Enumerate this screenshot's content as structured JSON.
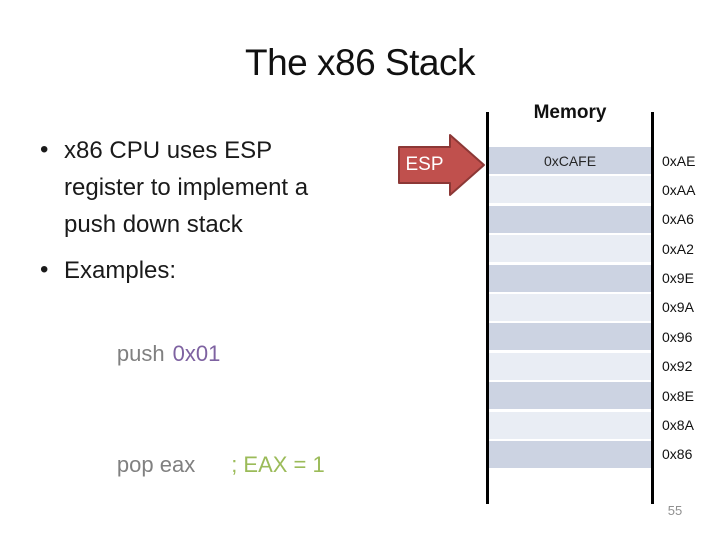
{
  "slide": {
    "title": "The x86 Stack",
    "page_number": "55"
  },
  "bullets": {
    "item1_lines": [
      "x86 CPU uses ESP",
      "register to implement a",
      "push down stack"
    ],
    "item2": "Examples:",
    "bullet_glyph": "•"
  },
  "code": {
    "line1_mnemonic": "push",
    "line1_operand": "0x01",
    "line2_mnemonic": "pop eax",
    "line2_comment": "; EAX = 1"
  },
  "esp": {
    "label": "ESP"
  },
  "memory": {
    "header": "Memory",
    "rows": [
      {
        "value": "0xCAFE",
        "address": "0xAE"
      },
      {
        "value": "",
        "address": "0xAA"
      },
      {
        "value": "",
        "address": "0xA6"
      },
      {
        "value": "",
        "address": "0xA2"
      },
      {
        "value": "",
        "address": "0x9E"
      },
      {
        "value": "",
        "address": "0x9A"
      },
      {
        "value": "",
        "address": "0x96"
      },
      {
        "value": "",
        "address": "0x92"
      },
      {
        "value": "",
        "address": "0x8E"
      },
      {
        "value": "",
        "address": "0x8A"
      },
      {
        "value": "",
        "address": "0x86"
      }
    ]
  },
  "colors": {
    "arrow_fill": "#C0504D",
    "arrow_border": "#8C3836",
    "row_dark": "#CCD3E2",
    "row_light": "#E9EDF4",
    "code_gray": "#808080",
    "code_purple": "#7E62A1",
    "code_green": "#9BBB59",
    "page_number_gray": "#909090"
  }
}
